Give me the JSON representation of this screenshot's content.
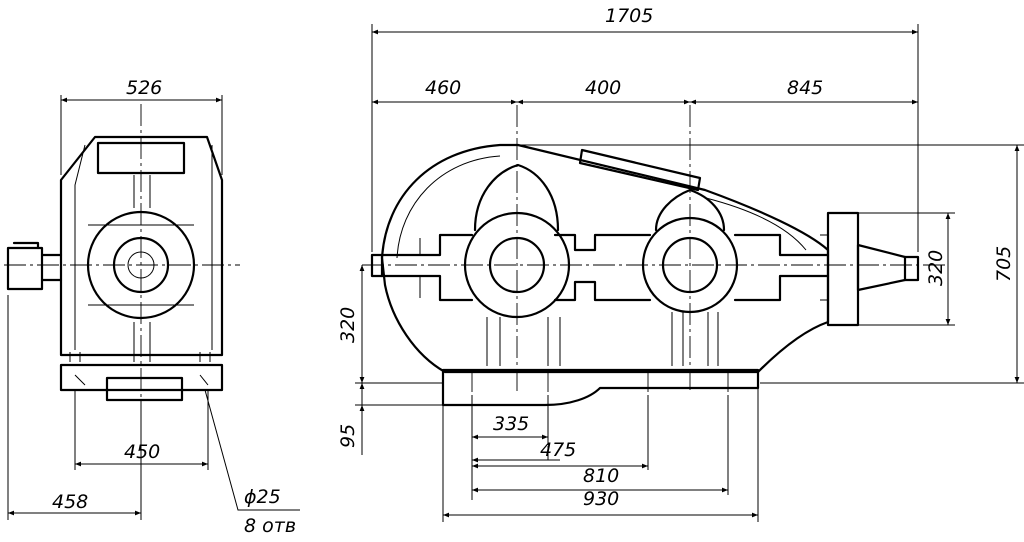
{
  "dimensions": {
    "side_width": "526",
    "side_foot_span": "450",
    "side_total_offset": "458",
    "hole_diameter": "ϕ25",
    "hole_count": "8 отв",
    "overall_length": "1705",
    "input_to_first_shaft": "460",
    "shaft_center_distance": "400",
    "second_shaft_to_output": "845",
    "output_shaft_height": "320",
    "overall_height": "705",
    "axis_height": "320",
    "base_height": "95",
    "bolt_span_1": "335",
    "bolt_span_2": "475",
    "bolt_span_3": "810",
    "base_length": "930"
  }
}
